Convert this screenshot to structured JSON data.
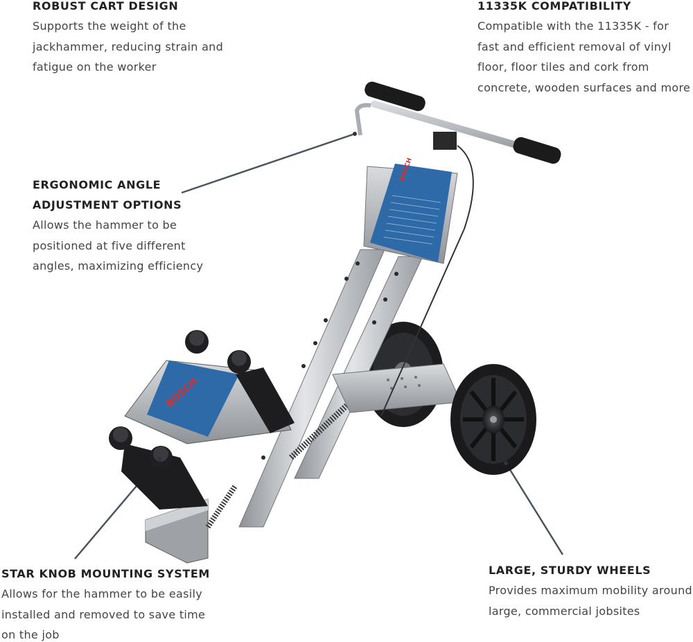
{
  "callouts": {
    "robust": {
      "title": "ROBUST CART DESIGN",
      "lines": [
        "Supports the weight of the",
        "jackhammer, reducing strain and",
        "fatigue on the worker"
      ]
    },
    "compat": {
      "title": "11335K COMPATIBILITY",
      "lines": [
        "Compatible with the 11335K - for",
        "fast and efficient removal of vinyl",
        "floor, floor tiles and cork from",
        "concrete, wooden surfaces and more"
      ]
    },
    "ergo": {
      "title_lines": [
        "ERGONOMIC ANGLE",
        "ADJUSTMENT OPTIONS"
      ],
      "lines": [
        "Allows the hammer to be",
        "positioned at five different",
        "angles, maximizing efficiency"
      ]
    },
    "star": {
      "title": "STAR KNOB MOUNTING SYSTEM",
      "lines": [
        "Allows for the hammer to be easily",
        "installed and removed to save time",
        "on the job"
      ]
    },
    "wheels": {
      "title": "LARGE, STURDY WHEELS",
      "lines": [
        "Provides maximum mobility around",
        "large, commercial jobsites"
      ]
    }
  },
  "product": {
    "brand_label_main": "BOSCH",
    "brand_label_small": "BOSCH",
    "colors": {
      "brand_blue": "#2f6aa8",
      "brand_red": "#d62f2f",
      "frame_silver": "#c6c9cd",
      "grip_black": "#1b1b1b",
      "leader_line": "#4a5560"
    }
  }
}
